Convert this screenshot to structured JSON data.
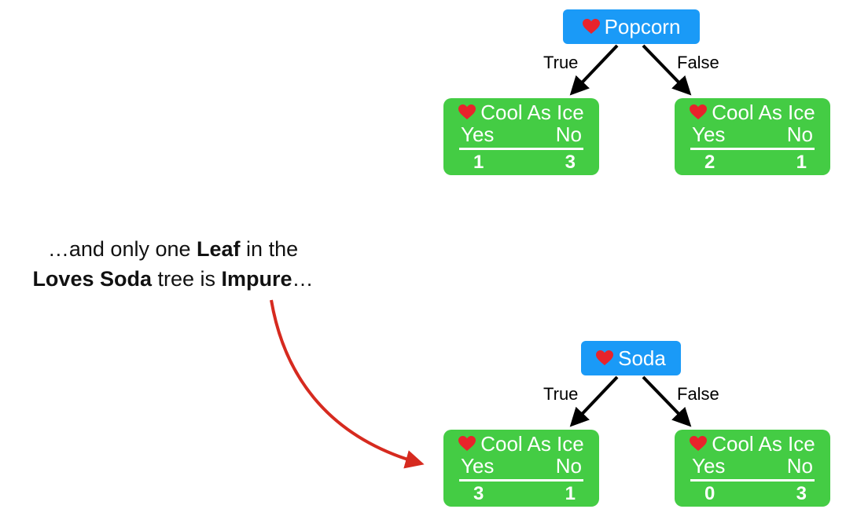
{
  "caption": {
    "line1_pre": "…and only one ",
    "line1_bold": "Leaf",
    "line1_post": " in the",
    "line2_bold1": "Loves Soda",
    "line2_mid": " tree is ",
    "line2_bold2": "Impure",
    "line2_post": "…"
  },
  "trees": [
    {
      "root_label": "Popcorn",
      "true_label": "True",
      "false_label": "False",
      "leaves": [
        {
          "title": "Cool As Ice",
          "yes_label": "Yes",
          "no_label": "No",
          "yes": "1",
          "no": "3"
        },
        {
          "title": "Cool As Ice",
          "yes_label": "Yes",
          "no_label": "No",
          "yes": "2",
          "no": "1"
        }
      ]
    },
    {
      "root_label": "Soda",
      "true_label": "True",
      "false_label": "False",
      "leaves": [
        {
          "title": "Cool As Ice",
          "yes_label": "Yes",
          "no_label": "No",
          "yes": "3",
          "no": "1"
        },
        {
          "title": "Cool As Ice",
          "yes_label": "Yes",
          "no_label": "No",
          "yes": "0",
          "no": "3"
        }
      ]
    }
  ],
  "colors": {
    "root": "#1a9af7",
    "leaf": "#44cc44",
    "heart": "#e8232b",
    "pointer_arrow": "#d62a1f",
    "edge": "#000000"
  },
  "icons": {
    "heart": "heart-icon"
  }
}
